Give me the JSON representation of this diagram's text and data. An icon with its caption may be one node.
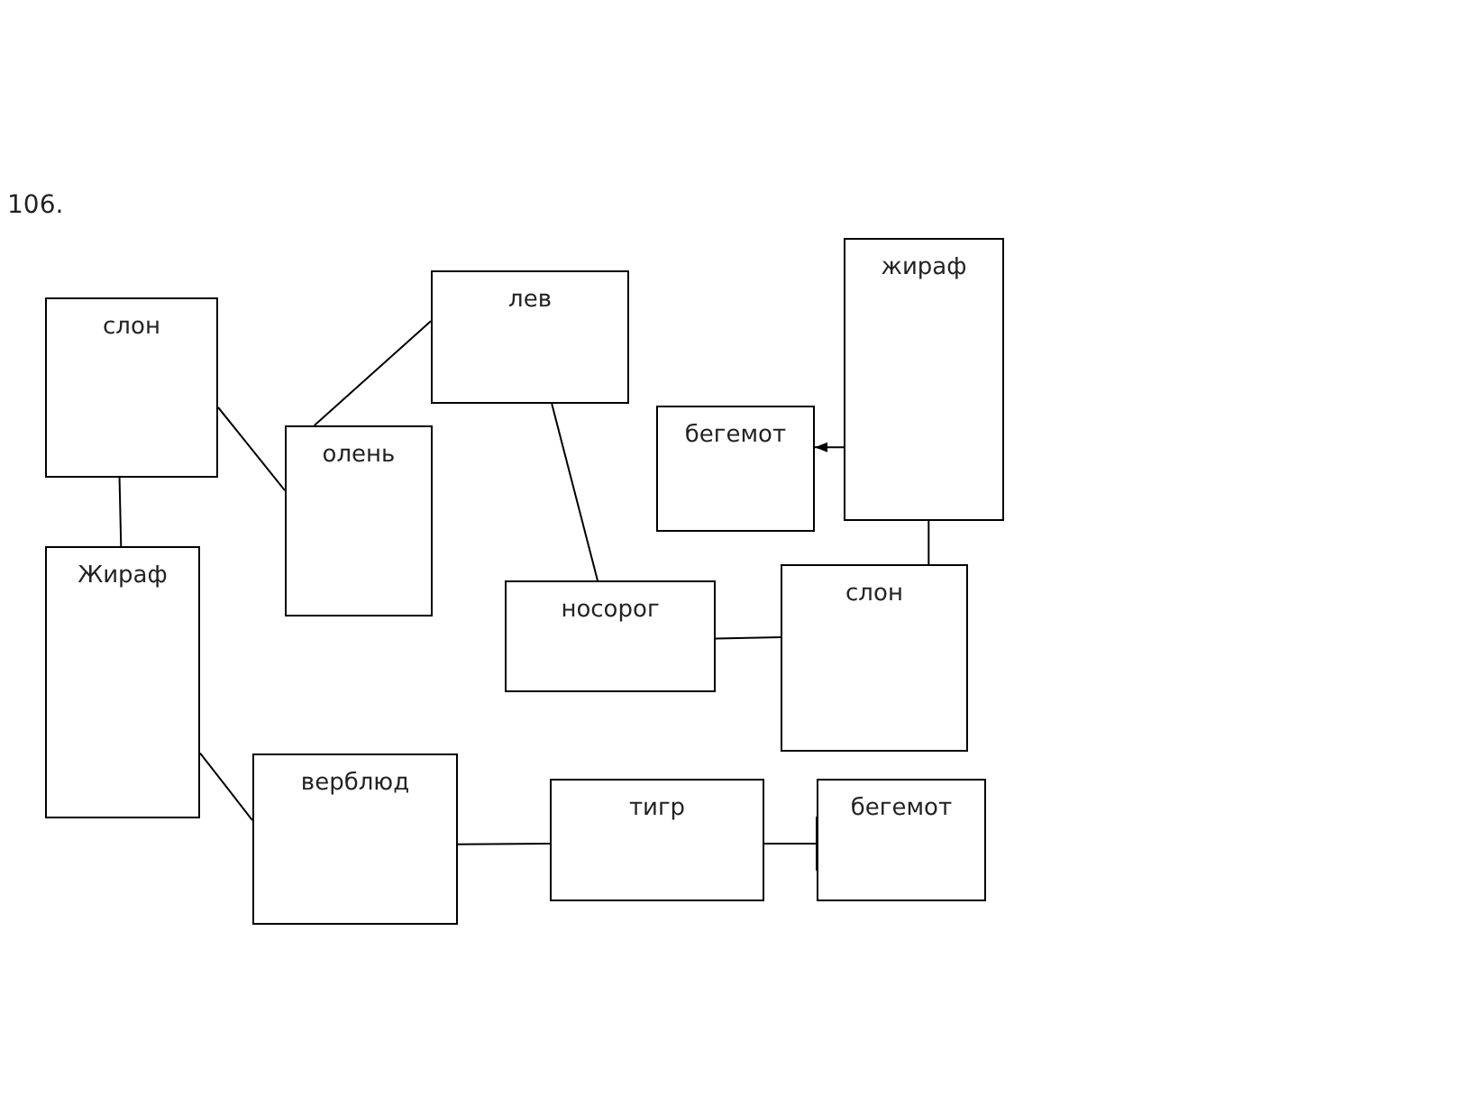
{
  "diagram": {
    "nodes": [
      {
        "text": [
          "слон"
        ]
      },
      {
        "text": [
          "лев"
        ]
      },
      {
        "text": [
          "олень"
        ]
      },
      {
        "text": [
          "жираф"
        ]
      },
      {
        "text": [
          "бегемот"
        ]
      },
      {
        "text": [
          "Жираф"
        ]
      },
      {
        "text": [
          "носорог"
        ]
      },
      {
        "text": [
          "слон"
        ]
      },
      {
        "text": [
          "верблюд"
        ]
      },
      {
        "text": [
          "тигр"
        ]
      },
      {
        "text": [
          "бегемот"
        ]
      }
    ],
    "edges": [
      {
        "from": 0,
        "to": 2,
        "arrow": "none"
      },
      {
        "from": 2,
        "to": 1,
        "arrow": "none"
      },
      {
        "from": 1,
        "to": 6,
        "arrow": "none"
      },
      {
        "from": 3,
        "to": 4,
        "arrow": "to"
      },
      {
        "from": 3,
        "to": 7,
        "arrow": "none"
      },
      {
        "from": 6,
        "to": 7,
        "arrow": "none"
      },
      {
        "from": 0,
        "to": 5,
        "arrow": "none"
      },
      {
        "from": 5,
        "to": 8,
        "arrow": "none"
      },
      {
        "from": 8,
        "to": 9,
        "arrow": "none"
      },
      {
        "from": 9,
        "to": 10,
        "arrow": "other"
      }
    ],
    "labels": [
      "106."
    ]
  }
}
